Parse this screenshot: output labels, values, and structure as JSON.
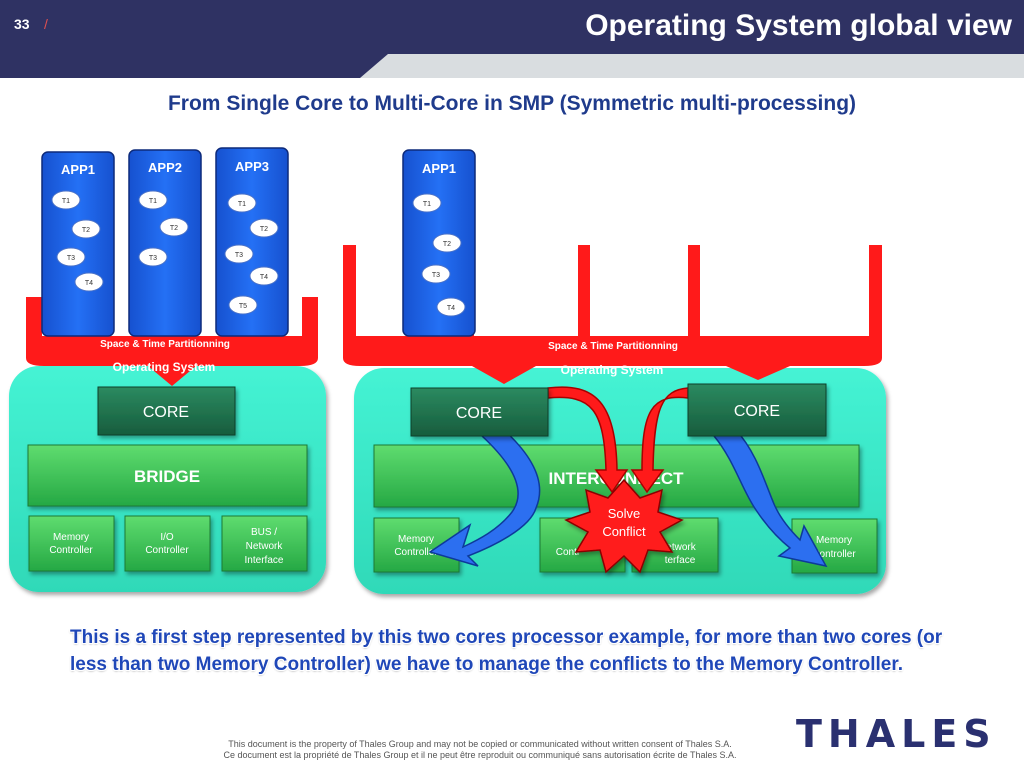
{
  "header": {
    "page_number": "33",
    "separator": "/",
    "title": "Operating System global view"
  },
  "subtitle": "From Single Core to Multi-Core in SMP (Symmetric multi-processing)",
  "left_diagram": {
    "apps": [
      {
        "name": "APP1",
        "threads": [
          "T1",
          "T2",
          "T3",
          "T4"
        ]
      },
      {
        "name": "APP2",
        "threads": [
          "T1",
          "T2",
          "T3"
        ]
      },
      {
        "name": "APP3",
        "threads": [
          "T1",
          "T2",
          "T3",
          "T4",
          "T5"
        ]
      }
    ],
    "partitioning_label": "Space & Time Partitionning",
    "os_label": "Operating System",
    "core_label": "CORE",
    "bridge_label": "BRIDGE",
    "controllers": [
      {
        "line1": "Memory",
        "line2": "Controller",
        "line3": ""
      },
      {
        "line1": "I/O",
        "line2": "Controller",
        "line3": ""
      },
      {
        "line1": "BUS /",
        "line2": "Network",
        "line3": "Interface"
      }
    ]
  },
  "right_diagram": {
    "app": {
      "name": "APP1",
      "threads": [
        "T1",
        "T2",
        "T3",
        "T4"
      ]
    },
    "partitioning_label": "Space & Time Partitionning",
    "os_label": "Operating System",
    "core_labels": [
      "CORE",
      "CORE"
    ],
    "interconnect_label": "INTERCONNECT",
    "conflict_line1": "Solve",
    "conflict_line2": "Conflict",
    "controllers": [
      {
        "line1": "Memory",
        "line2": "Controller",
        "line3": ""
      },
      {
        "line1": "",
        "line2": "Contr",
        "line3": ""
      },
      {
        "line1": "",
        "line2": "etwork",
        "line3": "terface"
      },
      {
        "line1": "Memory",
        "line2": "Controller",
        "line3": ""
      }
    ]
  },
  "note": "This is a first step represented by this two cores processor example, for more than two cores (or less than two Memory Controller) we have to manage the conflicts to the Memory Controller.",
  "footer": {
    "line1": "This document is the property of Thales Group and may not be copied or communicated without written consent of Thales S.A.",
    "line2": "Ce document est la propriété de Thales Group et il ne peut être reproduit ou communiqué sans autorisation écrite de Thales S.A."
  },
  "logo": "THALES",
  "colors": {
    "header": "#2f3263",
    "app_blue": "#1c5fe6",
    "os_red": "#ff1a1a",
    "platform": "#3ef0cf",
    "dark_green": "#1c6b49",
    "green": "#31bf4e",
    "text_blue": "#1f3b8c",
    "arrow_blue": "#2c6ff0"
  }
}
